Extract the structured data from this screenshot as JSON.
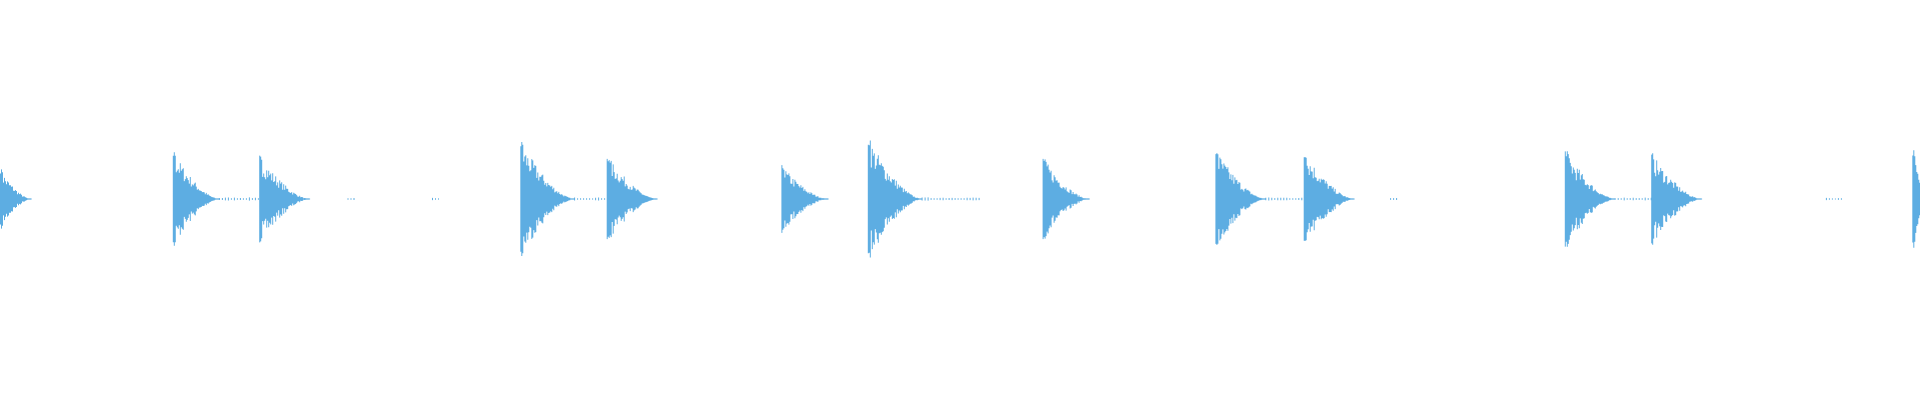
{
  "waveform": {
    "color": "#5dade2",
    "background": "#ffffff",
    "hits": [
      {
        "start": 0.0,
        "amp": 0.075,
        "decay": 0.008,
        "tail": 0.0,
        "tail_amp": 0.0
      },
      {
        "start": 0.09,
        "amp": 0.12,
        "decay": 0.012,
        "tail": 0.032,
        "tail_amp": 0.008
      },
      {
        "start": 0.135,
        "amp": 0.11,
        "decay": 0.013,
        "tail": 0.0,
        "tail_amp": 0.0
      },
      {
        "start": 0.181,
        "amp": 0.0,
        "decay": 0.0,
        "tail": 0.004,
        "tail_amp": 0.006
      },
      {
        "start": 0.225,
        "amp": 0.0,
        "decay": 0.0,
        "tail": 0.004,
        "tail_amp": 0.006
      },
      {
        "start": 0.271,
        "amp": 0.145,
        "decay": 0.014,
        "tail": 0.03,
        "tail_amp": 0.008
      },
      {
        "start": 0.316,
        "amp": 0.11,
        "decay": 0.013,
        "tail": 0.0,
        "tail_amp": 0.0
      },
      {
        "start": 0.407,
        "amp": 0.085,
        "decay": 0.012,
        "tail": 0.0,
        "tail_amp": 0.0
      },
      {
        "start": 0.452,
        "amp": 0.155,
        "decay": 0.014,
        "tail": 0.03,
        "tail_amp": 0.008
      },
      {
        "start": 0.543,
        "amp": 0.105,
        "decay": 0.012,
        "tail": 0.0,
        "tail_amp": 0.0
      },
      {
        "start": 0.633,
        "amp": 0.125,
        "decay": 0.013,
        "tail": 0.028,
        "tail_amp": 0.008
      },
      {
        "start": 0.679,
        "amp": 0.12,
        "decay": 0.013,
        "tail": 0.0,
        "tail_amp": 0.0
      },
      {
        "start": 0.724,
        "amp": 0.0,
        "decay": 0.0,
        "tail": 0.004,
        "tail_amp": 0.006
      },
      {
        "start": 0.815,
        "amp": 0.125,
        "decay": 0.013,
        "tail": 0.026,
        "tail_amp": 0.008
      },
      {
        "start": 0.86,
        "amp": 0.115,
        "decay": 0.013,
        "tail": 0.0,
        "tail_amp": 0.0
      },
      {
        "start": 0.951,
        "amp": 0.0,
        "decay": 0.0,
        "tail": 0.008,
        "tail_amp": 0.006
      },
      {
        "start": 0.996,
        "amp": 0.125,
        "decay": 0.004,
        "tail": 0.0,
        "tail_amp": 0.0
      }
    ]
  }
}
